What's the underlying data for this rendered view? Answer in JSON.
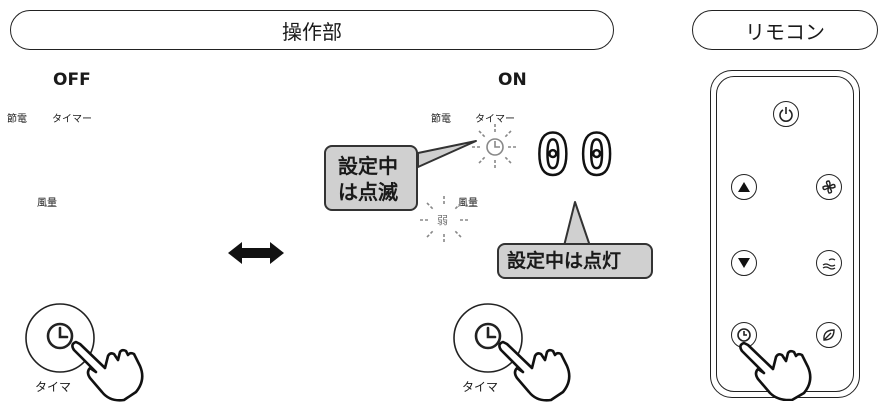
{
  "panel_header": {
    "label": "操作部"
  },
  "remote_header": {
    "label": "リモコン"
  },
  "off_state": {
    "title": "OFF",
    "label_setsuden": "節電",
    "label_timer": "タイマー",
    "label_fuuryou": "風量",
    "button_label": "タイマ"
  },
  "on_state": {
    "title": "ON",
    "label_setsuden": "節電",
    "label_timer": "タイマー",
    "label_fuuryou": "風量",
    "label_weak": "弱",
    "display_digits": "00",
    "button_label": "タイマ"
  },
  "callouts": {
    "blinking_line1": "設定中",
    "blinking_line2": "は点滅",
    "lit": "設定中は点灯"
  },
  "icons": [
    "clock-icon",
    "power-icon",
    "up-arrow-icon",
    "down-arrow-icon",
    "fan-icon",
    "swing-icon",
    "leaf-icon",
    "hand-pointer-icon",
    "double-arrow-icon"
  ]
}
